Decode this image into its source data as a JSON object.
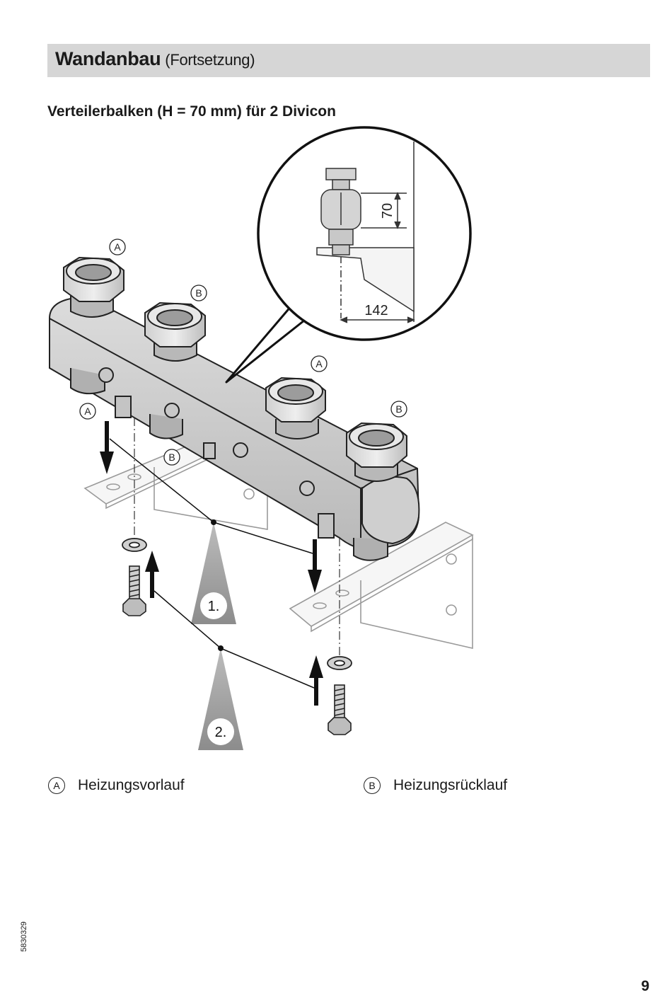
{
  "header": {
    "title": "Wandanbau",
    "subtitle": "(Fortsetzung)"
  },
  "section_title": "Verteilerbalken (H = 70 mm) für 2 Divicon",
  "figure": {
    "callouts": {
      "a": "A",
      "b": "B"
    },
    "steps": {
      "step1": "1.",
      "step2": "2."
    },
    "detail_dims": {
      "height": "70",
      "depth": "142"
    }
  },
  "legend": [
    {
      "marker": "A",
      "label": "Heizungsvorlauf"
    },
    {
      "marker": "B",
      "label": "Heizungsrücklauf"
    }
  ],
  "doc_number": "5830329",
  "page_number": "9"
}
